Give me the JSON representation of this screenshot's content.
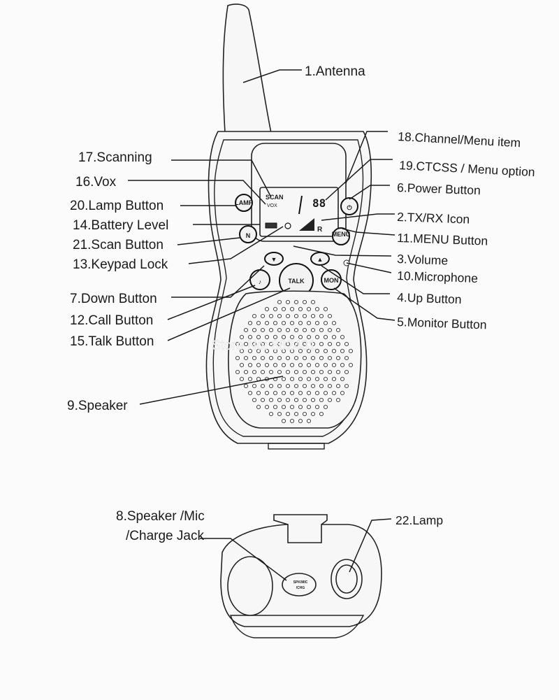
{
  "labels": {
    "antenna": "1.Antenna",
    "tx_rx_icon": "2.TX/RX Icon",
    "volume": "3.Volume",
    "up_button": "4.Up Button",
    "monitor_button": "5.Monitor Button",
    "power_button": "6.Power Button",
    "down_button": "7.Down Button",
    "speaker_mic_jack_1": "8.Speaker /Mic",
    "speaker_mic_jack_2": "/Charge Jack",
    "speaker": "9.Speaker",
    "microphone": "10.Microphone",
    "menu_button": "11.MENU  Button",
    "call_button": "12.Call Button",
    "keypad_lock": "13.Keypad Lock",
    "battery_level": "14.Battery Level",
    "talk_button": "15.Talk Button",
    "vox": "16.Vox",
    "scanning": "17.Scanning",
    "channel_menu_item": "18.Channel/Menu item",
    "ctcss_menu_option": "19.CTCSS / Menu option",
    "lamp_button": "20.Lamp Button",
    "scan_button": "21.Scan Button",
    "lamp": "22.Lamp"
  },
  "device": {
    "lcd_scan": "SCAN",
    "lcd_vox": "VOX",
    "lcd_channel": "88",
    "lcd_r": "R",
    "btn_lamp": "LAMP",
    "btn_talk": "TALK",
    "btn_mon": "MON",
    "btn_menu": "MENU",
    "btn_down": "▼",
    "btn_up": "▲",
    "btn_call": "♪",
    "btn_scan": "N",
    "btn_power": "⏻",
    "jack_text_1": "SPK/MIC",
    "jack_text_2": "/CHG"
  },
  "watermark": "Store No: 882431"
}
